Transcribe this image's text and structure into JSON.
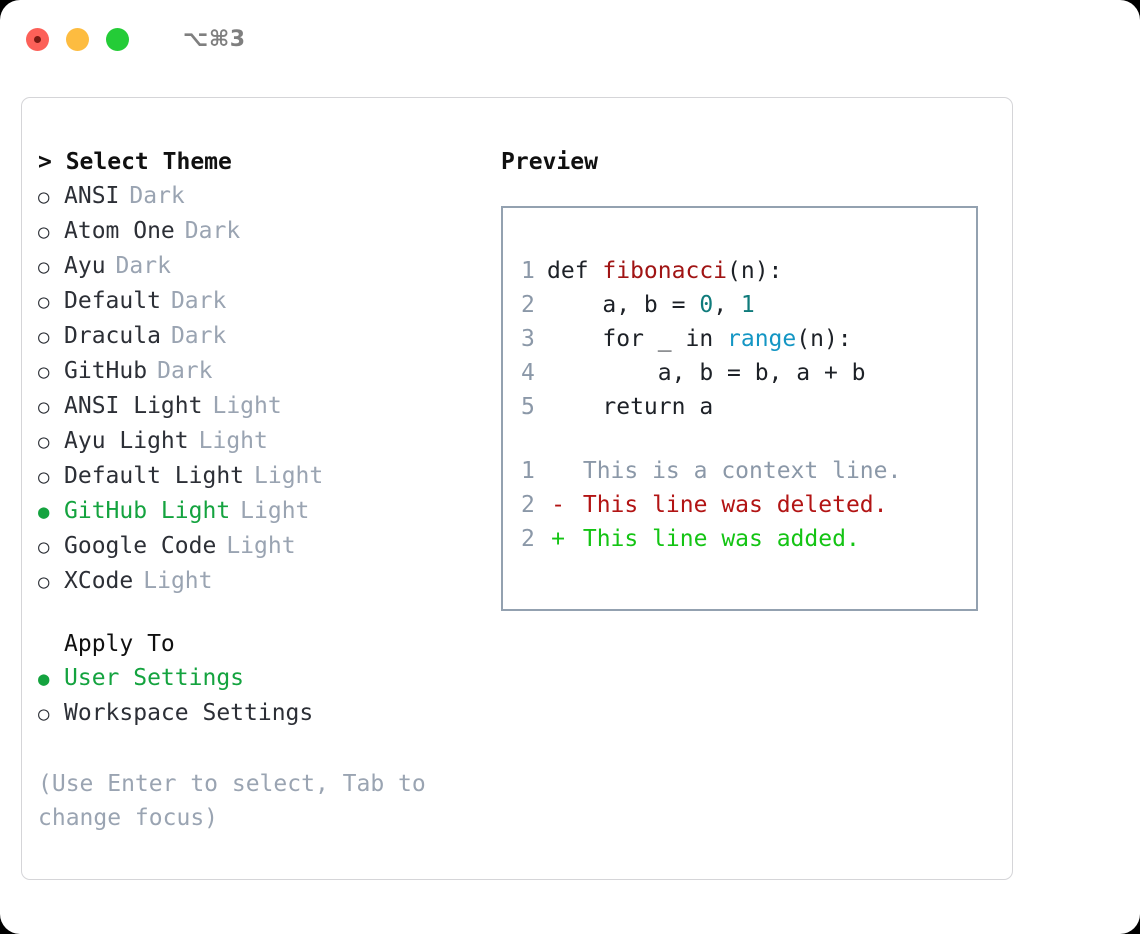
{
  "titlebar": {
    "shortcut": "⌥⌘3",
    "lights": [
      {
        "name": "close-button",
        "color": "#fc6058"
      },
      {
        "name": "minimize-button",
        "color": "#fdbc40"
      },
      {
        "name": "maximize-button",
        "color": "#24cc37"
      }
    ]
  },
  "theme_picker": {
    "heading": "> Select Theme",
    "marker_selected": "●",
    "marker_unselected": "○",
    "accent_color": "#14a33f",
    "muted_color": "#9aa4b2",
    "items": [
      {
        "label": "ANSI",
        "category": "Dark",
        "selected": false
      },
      {
        "label": "Atom One",
        "category": "Dark",
        "selected": false
      },
      {
        "label": "Ayu",
        "category": "Dark",
        "selected": false
      },
      {
        "label": "Default",
        "category": "Dark",
        "selected": false
      },
      {
        "label": "Dracula",
        "category": "Dark",
        "selected": false
      },
      {
        "label": "GitHub",
        "category": "Dark",
        "selected": false
      },
      {
        "label": "ANSI Light",
        "category": "Light",
        "selected": false
      },
      {
        "label": "Ayu Light",
        "category": "Light",
        "selected": false
      },
      {
        "label": "Default Light",
        "category": "Light",
        "selected": false
      },
      {
        "label": "GitHub Light",
        "category": "Light",
        "selected": true
      },
      {
        "label": "Google Code",
        "category": "Light",
        "selected": false
      },
      {
        "label": "XCode",
        "category": "Light",
        "selected": false
      }
    ]
  },
  "apply_to": {
    "heading": "Apply To",
    "options": [
      {
        "label": "User Settings",
        "selected": true
      },
      {
        "label": "Workspace Settings",
        "selected": false
      }
    ]
  },
  "hint": "(Use Enter to select, Tab to change focus)",
  "preview": {
    "title": "Preview",
    "code_lines": [
      {
        "num": "1",
        "parts": [
          {
            "text": "def ",
            "type": "plain"
          },
          {
            "text": "fibonacci",
            "type": "fn"
          },
          {
            "text": "(n):",
            "type": "plain"
          }
        ]
      },
      {
        "num": "2",
        "parts": [
          {
            "text": "    a, b = ",
            "type": "plain"
          },
          {
            "text": "0",
            "type": "num"
          },
          {
            "text": ", ",
            "type": "plain"
          },
          {
            "text": "1",
            "type": "num"
          }
        ]
      },
      {
        "num": "3",
        "parts": [
          {
            "text": "    for _ in ",
            "type": "plain"
          },
          {
            "text": "range",
            "type": "kw"
          },
          {
            "text": "(n):",
            "type": "plain"
          }
        ]
      },
      {
        "num": "4",
        "parts": [
          {
            "text": "        a, b = b, a + b",
            "type": "plain"
          }
        ]
      },
      {
        "num": "5",
        "parts": [
          {
            "text": "    return a",
            "type": "plain"
          }
        ]
      }
    ],
    "diff_lines": [
      {
        "num": "1",
        "sign": " ",
        "text": "This is a context line.",
        "kind": "context"
      },
      {
        "num": "2",
        "sign": "-",
        "text": "This line was deleted.",
        "kind": "del"
      },
      {
        "num": "2",
        "sign": "+",
        "text": "This line was added.",
        "kind": "add"
      }
    ]
  }
}
